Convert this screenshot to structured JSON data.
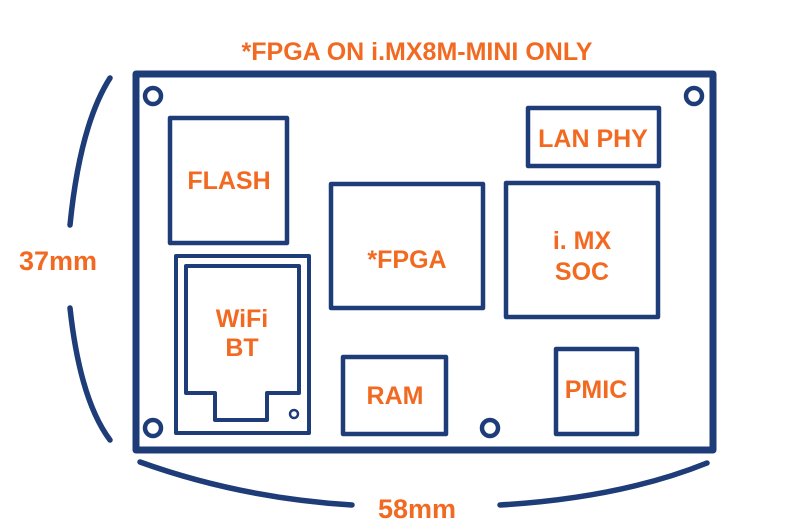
{
  "header": {
    "note": "*FPGA ON i.MX8M-MINI ONLY"
  },
  "dimensions": {
    "height": "37mm",
    "width": "58mm"
  },
  "components": {
    "flash": {
      "label": "FLASH"
    },
    "wifi_bt": {
      "line1": "WiFi",
      "line2": "BT"
    },
    "fpga": {
      "label": "*FPGA"
    },
    "soc": {
      "line1": "i. MX",
      "line2": "SOC"
    },
    "lan_phy": {
      "label": "LAN PHY"
    },
    "ram": {
      "label": "RAM"
    },
    "pmic": {
      "label": "PMIC"
    }
  },
  "colors": {
    "outline": "#1d3c78",
    "label": "#f26a21",
    "background": "#ffffff"
  }
}
